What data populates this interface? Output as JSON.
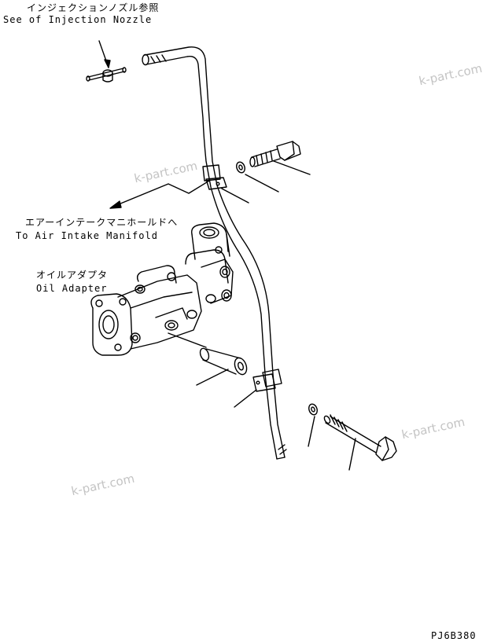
{
  "labels": {
    "injection_nozzle_jp": "インジェクションノズル参照",
    "injection_nozzle_en": "See of Injection Nozzle",
    "air_intake_jp": "エアーインテークマニホールドへ",
    "air_intake_en": "To Air Intake Manifold",
    "oil_adapter_jp": "オイルアダプタ",
    "oil_adapter_en": "Oil Adapter",
    "part_code": "PJ6B380"
  },
  "watermarks": [
    "k-part.com",
    "k-part.com",
    "k-part.com",
    "k-part.com"
  ],
  "colors": {
    "line": "#000000",
    "watermark": "#c4c4c4",
    "background": "#ffffff"
  }
}
